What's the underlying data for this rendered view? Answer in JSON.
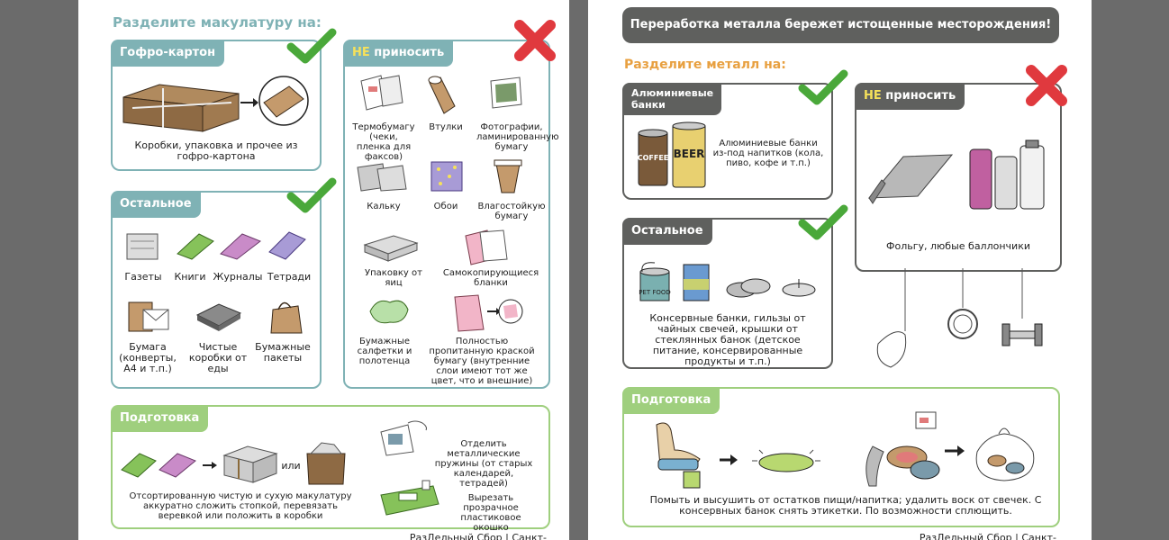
{
  "left": {
    "title": "Разделите макулатуру на:",
    "corrugated": {
      "tab": "Гофро-картон",
      "caption": "Коробки, упаковка и прочее из гофро-картона"
    },
    "other": {
      "tab": "Остальное",
      "items": [
        "Газеты",
        "Книги",
        "Журналы",
        "Тетради",
        "Бумага (конверты, А4 и т.п.)",
        "Чистые коробки от еды",
        "Бумажные пакеты"
      ]
    },
    "not_bring": {
      "tab_highlight": "НЕ",
      "tab_rest": " приносить",
      "items": [
        "Термобумагу (чеки, пленка для факсов)",
        "Втулки",
        "Фотографии, ламинированную бумагу",
        "Кальку",
        "Обои",
        "Влагостойкую бумагу",
        "Упаковку от яиц",
        "Самокопирующиеся бланки",
        "Бумажные салфетки и полотенца",
        "Полностью пропитанную краской бумагу (внутренние слои имеют тот же цвет, что и внешние)"
      ]
    },
    "prep": {
      "tab": "Подготовка",
      "or": "или",
      "caption": "Отсортированную чистую и сухую макулатуру аккуратно сложить стопкой, перевязать веревкой или положить в коробки",
      "note1": "Отделить металлические пружины (от старых календарей, тетрадей)",
      "note2": "Вырезать прозрачное пластиковое окошко"
    },
    "footer": "РазДельный Сбор | Санкт-Петербург"
  },
  "right": {
    "banner": "Переработка металла бережет истощенные месторождения!",
    "title": "Разделите металл на:",
    "aluminum": {
      "tab": "Алюминиевые банки",
      "caption": "Алюминиевые банки из-под напитков (кола, пиво, кофе и т.п.)",
      "can1": "COFFEE",
      "can2": "BEER"
    },
    "other": {
      "tab": "Остальное",
      "caption": "Консервные банки, гильзы от чайных свечей, крышки от стеклянных банок (детское питание, консервированные продукты и т.п.)",
      "can_label": "PET FOOD"
    },
    "not_bring": {
      "tab_highlight": "НЕ",
      "tab_rest": " приносить",
      "caption": "Фольгу, любые баллончики"
    },
    "prep": {
      "tab": "Подготовка",
      "caption": "Помыть и высушить от остатков пищи/напитка; удалить воск от свечек. С консервных банок снять этикетки.  По возможности сплющить."
    },
    "footer": "РазДельный Сбор | Санкт-Петербург"
  },
  "colors": {
    "teal": "#7fb2b5",
    "green": "#9fcf7e",
    "dark": "#5f605e",
    "orange": "#e8a040",
    "check": "#4aa83a",
    "cross": "#e0393e"
  }
}
